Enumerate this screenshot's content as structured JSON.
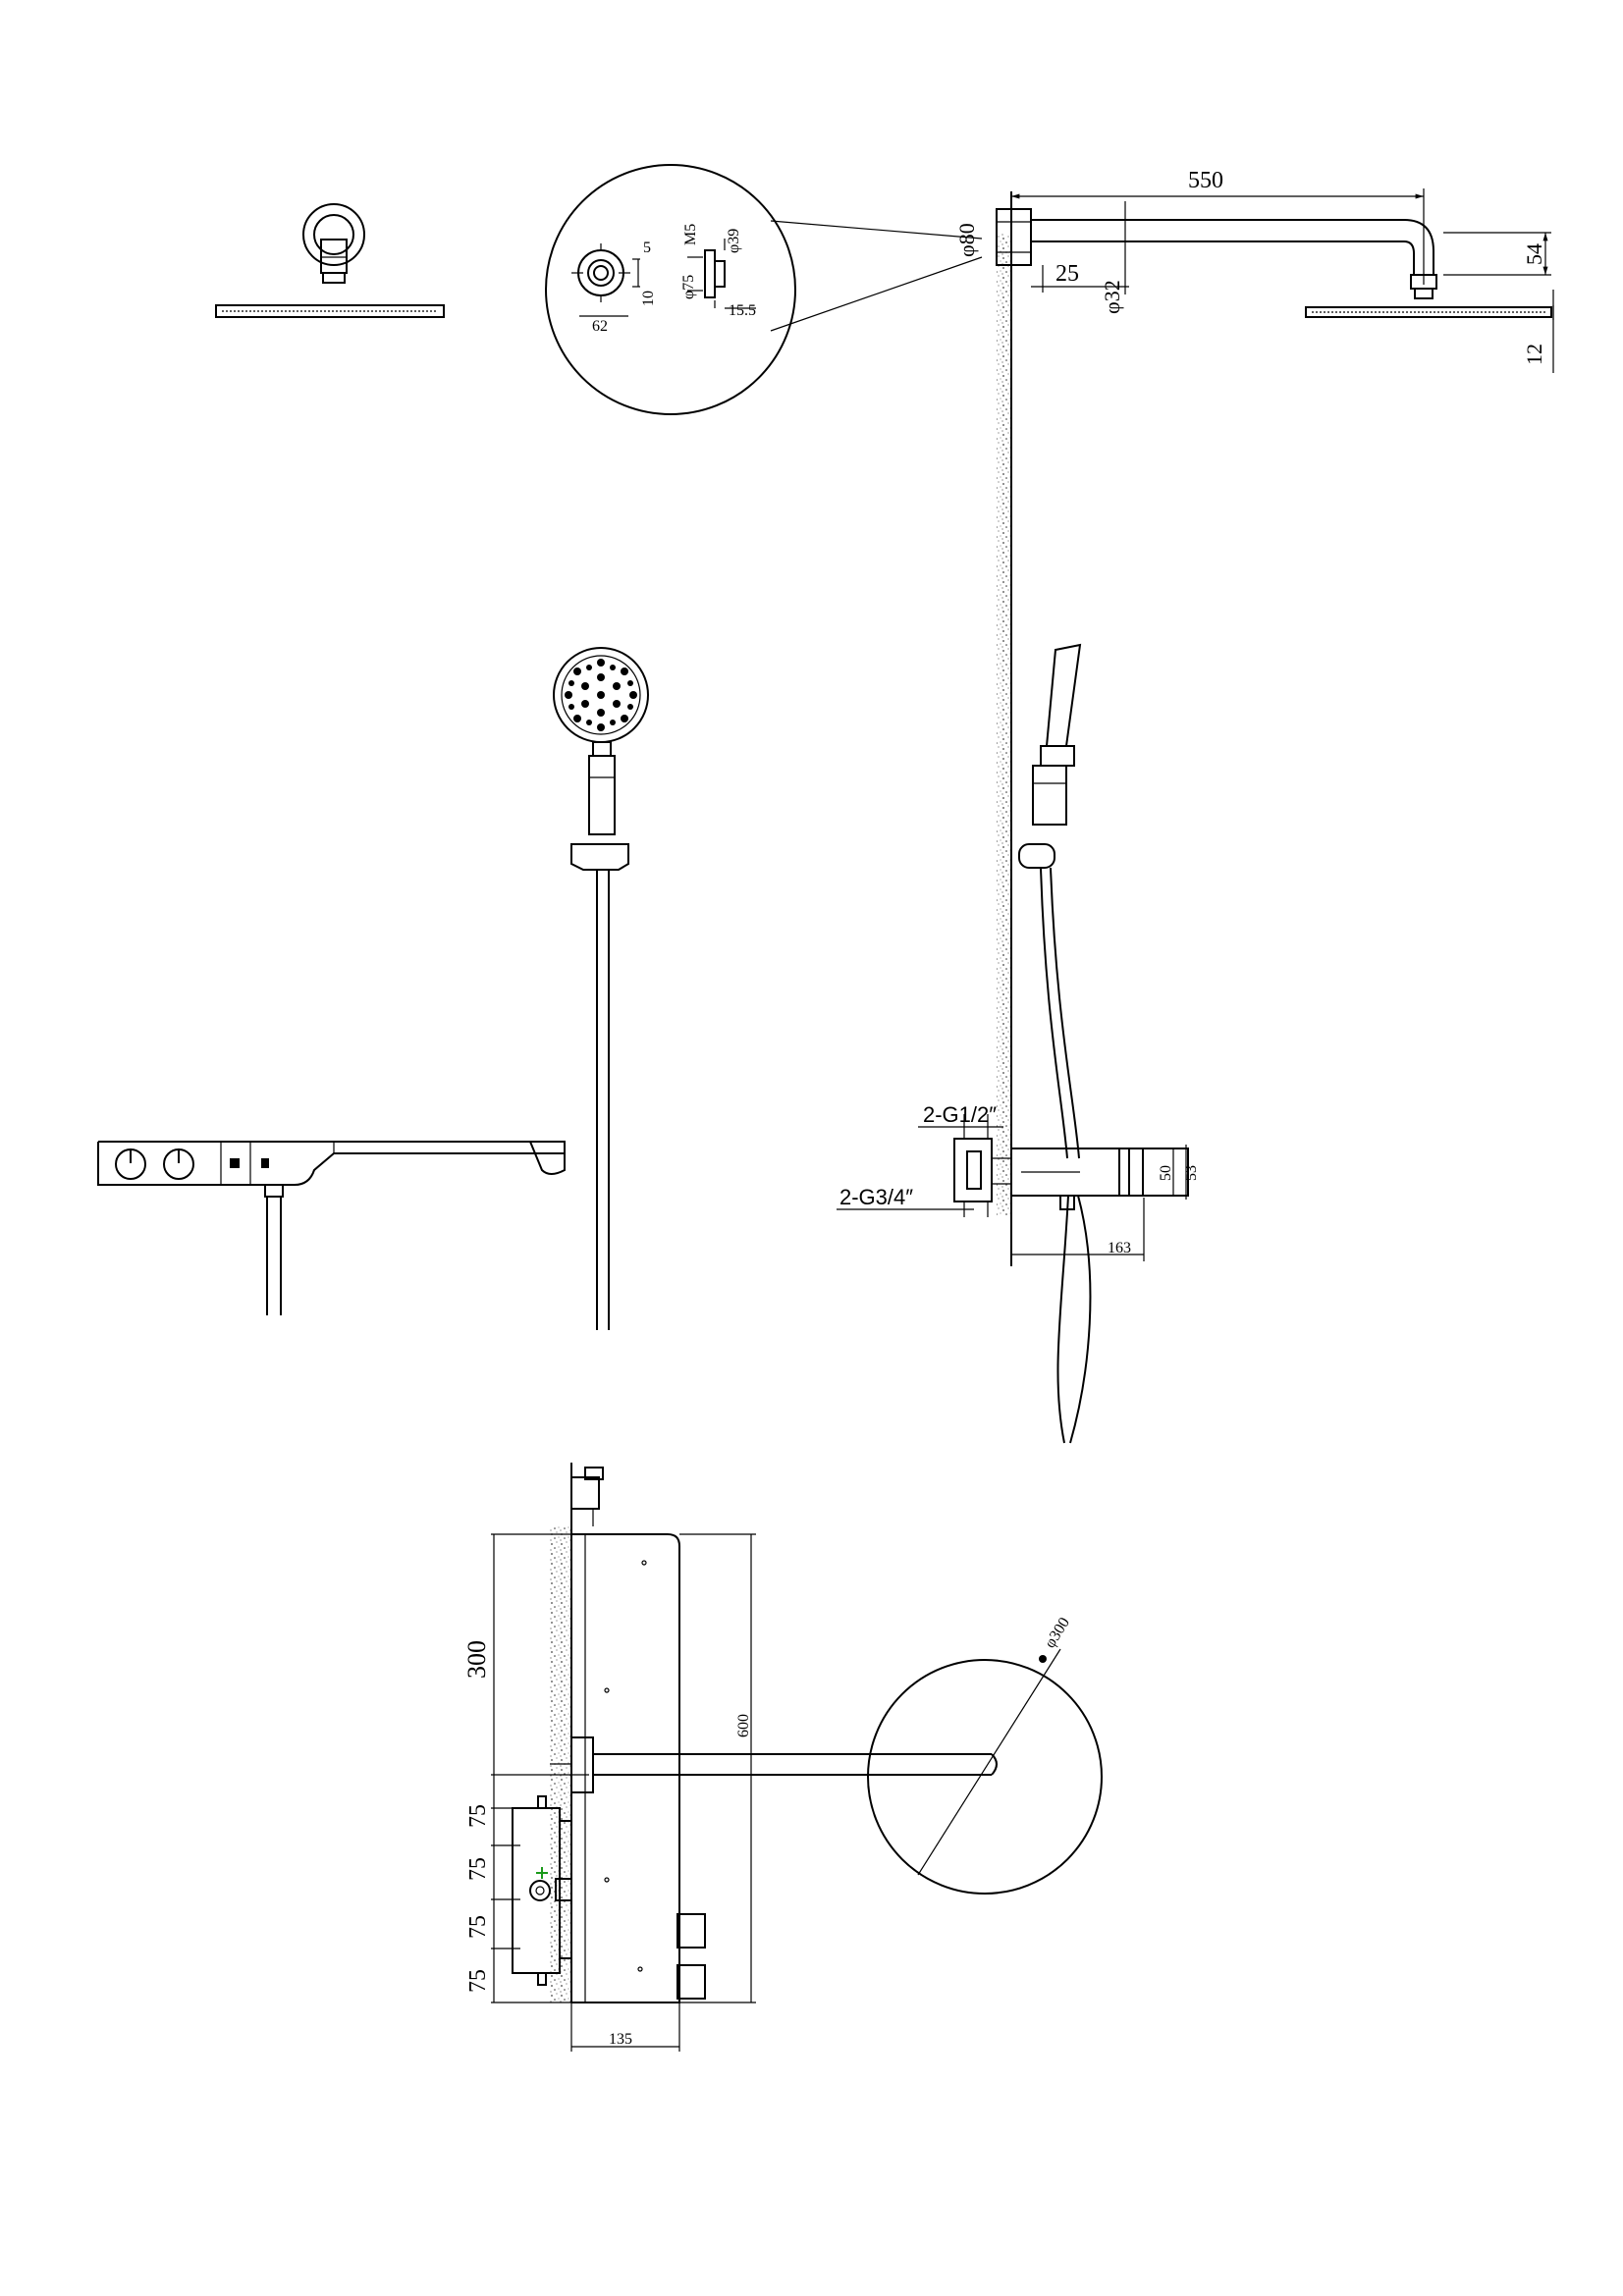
{
  "dimensions": {
    "arm_length": "550",
    "flange_dia": "φ80",
    "arm_offset": "25",
    "arm_dia": "φ32",
    "head_drop": "54",
    "head_thickness": "12",
    "detail_screw": "M5",
    "detail_dia39": "φ39",
    "detail_dia75": "φ75",
    "detail_5": "5",
    "detail_10": "10",
    "detail_62": "62",
    "detail_15_5": "15.5",
    "inlet_top": "2-G1/2″",
    "inlet_bottom": "2-G3/4″",
    "body_50": "50",
    "body_53": "53",
    "body_depth": "163",
    "upper_300": "300",
    "total_600": "600",
    "step_75_a": "75",
    "step_75_b": "75",
    "step_75_c": "75",
    "step_75_d": "75",
    "shelf_135": "135",
    "head_dia": "φ300"
  },
  "colors": {
    "line": "#000000",
    "background": "#ffffff",
    "marker_green": "#1a9a1a"
  }
}
